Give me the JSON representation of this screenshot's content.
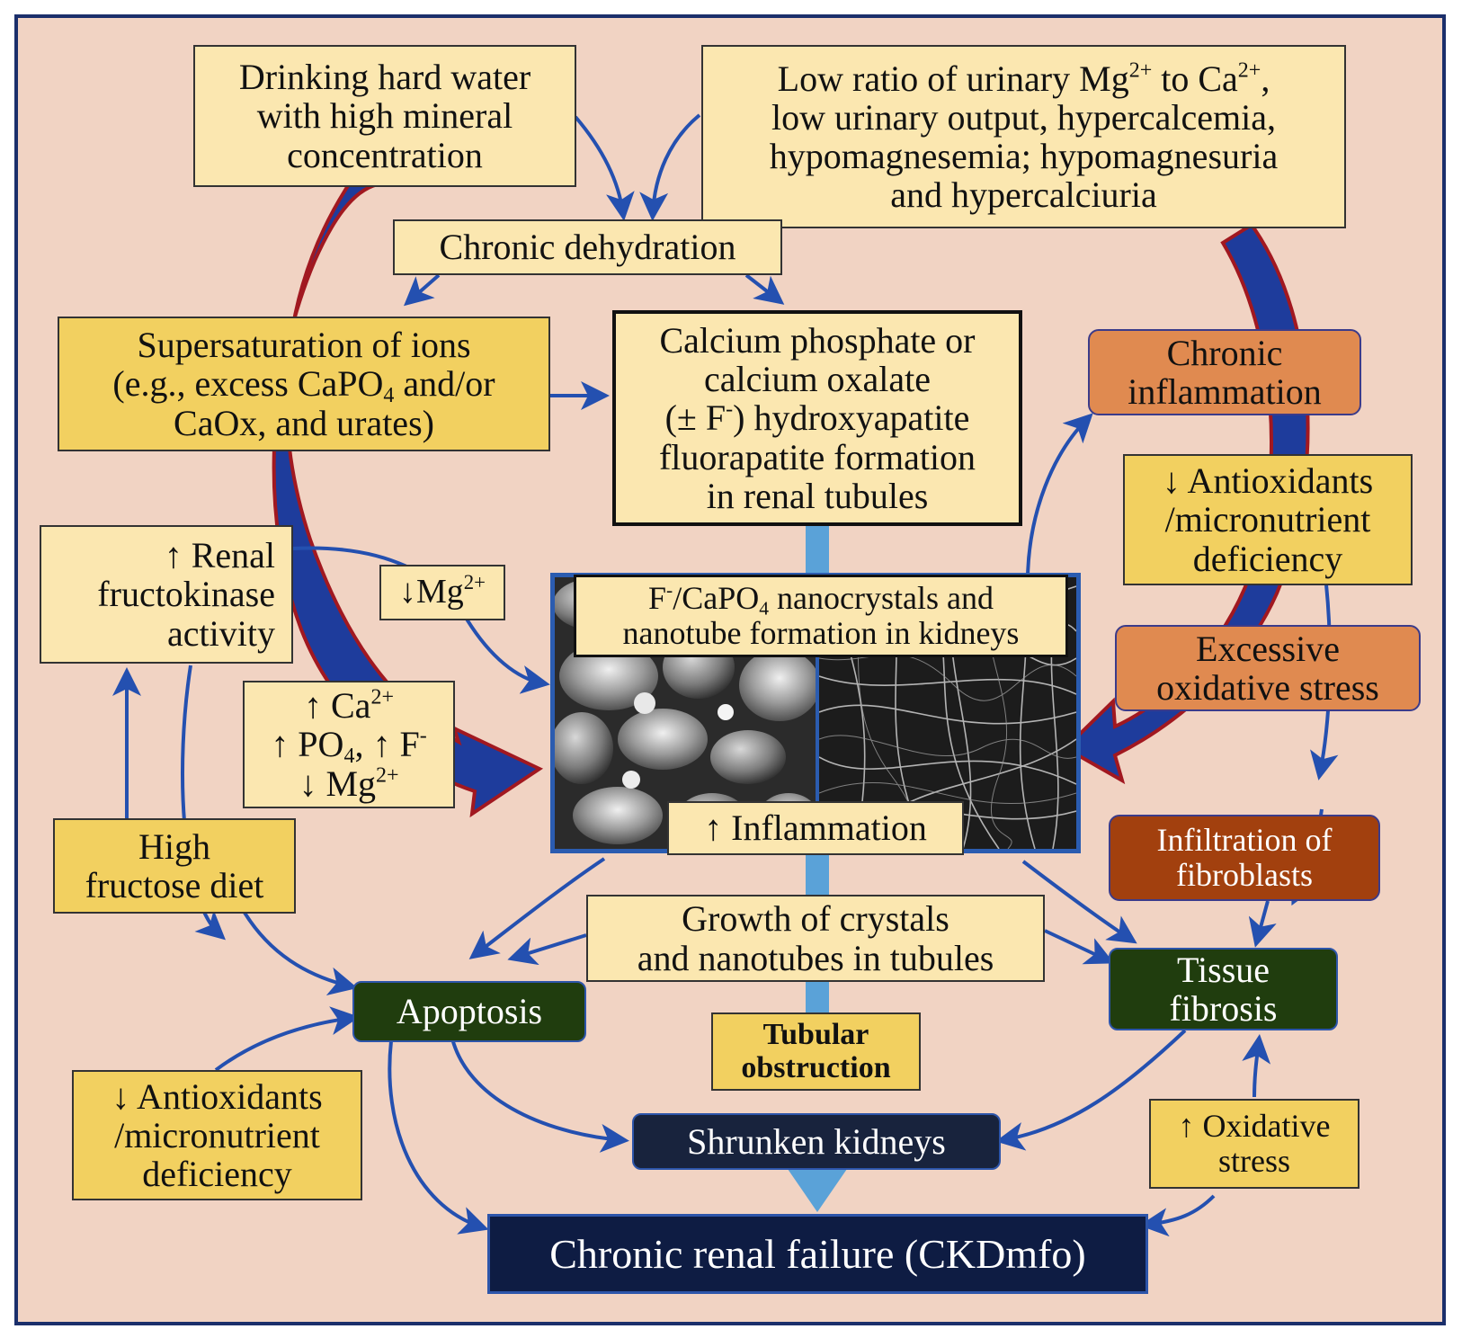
{
  "diagram": {
    "hard_water": [
      "Drinking hard water",
      "with high mineral",
      "concentration"
    ],
    "urinary_ratio": {
      "line1_pre": "Low ratio of urinary Mg",
      "line1_sup1": "2+",
      "line1_mid": " to Ca",
      "line1_sup2": "2+",
      "line1_post": ",",
      "line2": "low urinary output, hypercalcemia,",
      "line3": "hypomagnesemia; hypomagnesuria",
      "line4": "and hypercalciuria"
    },
    "dehydration": "Chronic dehydration",
    "supersaturation": {
      "line1": "Supersaturation of ions",
      "line2_pre": "(e.g., excess CaPO",
      "line2_sub": "4",
      "line2_post": " and/or",
      "line3": "CaOx, and urates)"
    },
    "formation": {
      "line1": "Calcium phosphate or",
      "line2": "calcium oxalate",
      "line3_pre": "(± F",
      "line3_sup": "-",
      "line3_post": ") hydroxyapatite",
      "line4": "fluorapatite formation",
      "line5": "in renal tubules"
    },
    "chronic_inflammation": [
      "Chronic",
      "inflammation"
    ],
    "fructokinase": [
      "↑ Renal",
      "fructokinase",
      "activity"
    ],
    "mg_down": {
      "pre": "↓Mg",
      "sup": "2+"
    },
    "ion_changes": {
      "l1_pre": "↑ Ca",
      "l1_sup": "2+",
      "l2_pre": "↑ PO",
      "l2_sub": "4",
      "l2_mid": ", ↑ F",
      "l2_sup": "-",
      "l3_pre": "↓ Mg",
      "l3_sup": "2+"
    },
    "nano": {
      "l1_a": "F",
      "l1_sup": "-",
      "l1_b": "/CaPO",
      "l1_sub": "4",
      "l1_c": " nanocrystals and",
      "l2": "nanotube formation in kidneys"
    },
    "antioxidants_right": [
      "↓ Antioxidants",
      "/micronutrient",
      "deficiency"
    ],
    "oxidative_excess": [
      "Excessive",
      "oxidative stress"
    ],
    "inflammation_up": "↑ Inflammation",
    "fibroblasts": [
      "Infiltration of",
      "fibroblasts"
    ],
    "fructose_diet": [
      "High",
      "fructose diet"
    ],
    "growth": [
      "Growth of crystals",
      "and nanotubes in tubules"
    ],
    "apoptosis": "Apoptosis",
    "tissue_fibrosis": [
      "Tissue",
      "fibrosis"
    ],
    "tubular": [
      "Tubular",
      "obstruction"
    ],
    "antioxidants_left": [
      "↓ Antioxidants",
      "/micronutrient",
      "deficiency"
    ],
    "shrunken": "Shrunken kidneys",
    "oxidative_up": [
      "↑ Oxidative",
      "stress"
    ],
    "renal_failure": "Chronic renal failure (CKDmfo)"
  },
  "colors": {
    "background": "#f1d3c3",
    "frame": "#1b2f6b",
    "arrow_blue": "#2450b0",
    "big_arrow_blue": "#1e3c9c",
    "big_arrow_red": "#a11820",
    "cream_box": "#fbe7b0",
    "gold_box": "#f2d060",
    "orange_box": "#e08a50",
    "rust_box": "#a2400e",
    "green_box": "#203d0e",
    "navy_box": "#18233d"
  }
}
